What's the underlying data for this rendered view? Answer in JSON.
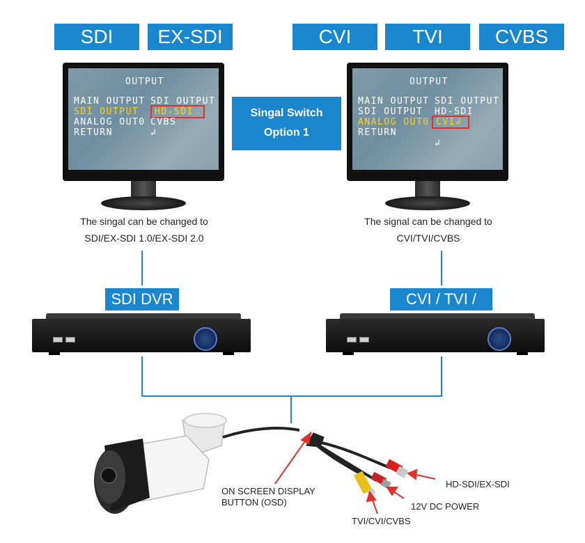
{
  "tags_left": [
    "SDI",
    "EX-SDI"
  ],
  "tags_right": [
    "CVI",
    "TVI",
    "CVBS"
  ],
  "switch_box": {
    "line1": "Singal Switch",
    "line2": "Option 1"
  },
  "monitor_left": {
    "title": "OUTPUT",
    "rows": [
      {
        "label": "MAIN OUTPUT",
        "value": "SDI OUTPUT"
      },
      {
        "label": "SDI OUTPUT",
        "value": "HD-SDI"
      },
      {
        "label": "ANALOG OUT0",
        "value": "CVBS"
      },
      {
        "label": "RETURN",
        "value": "↲"
      }
    ]
  },
  "monitor_right": {
    "title": "OUTPUT",
    "rows": [
      {
        "label": "MAIN OUTPUT",
        "value": "SDI OUTPUT"
      },
      {
        "label": "SDI OUTPUT",
        "value": "HD-SDI"
      },
      {
        "label": "ANALOG OUT0",
        "value": "CVI↲"
      },
      {
        "label": "RETURN",
        "value": "↲"
      }
    ]
  },
  "captions": {
    "left_line1": "The singal can be changed to",
    "left_line2": "SDI/EX-SDI 1.0/EX-SDI 2.0",
    "right_line1": "The signal can be changed to",
    "right_line2": "CVI/TVI/CVBS"
  },
  "dvr_labels": {
    "left": "SDI DVR",
    "right": "CVI / TVI / DVR"
  },
  "cable_labels": {
    "osd_line1": "ON SCREEN DISPLAY",
    "osd_line2": "BUTTON (OSD)",
    "hd_sdi": "HD-SDI/EX-SDI",
    "power": "12V DC POWER",
    "analog": "TVI/CVI/CVBS"
  },
  "colors": {
    "accent": "#1a86cd",
    "highlight": "#ffd21f",
    "box": "#e0312a"
  }
}
